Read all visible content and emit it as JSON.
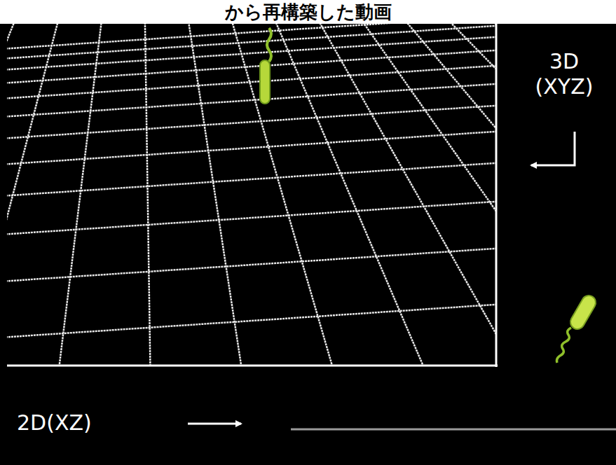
{
  "diagram": {
    "title": "から再構築した動画",
    "labels": [
      "3D (XYZ)",
      "2D(XZ)"
    ]
  }
}
